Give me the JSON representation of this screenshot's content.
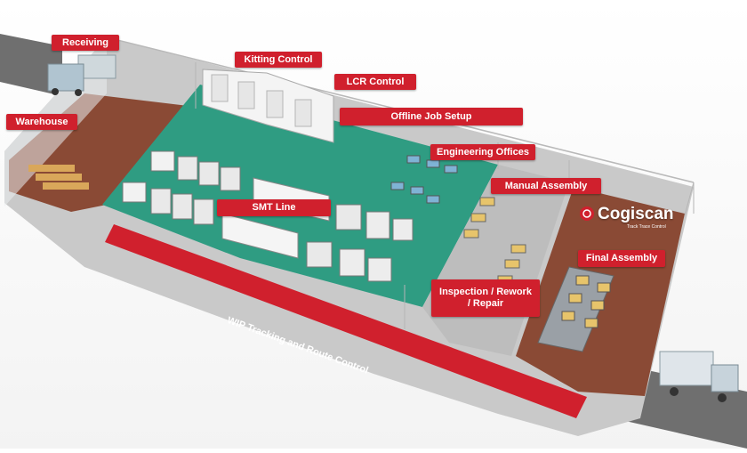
{
  "labels": {
    "receiving": "Receiving",
    "warehouse": "Warehouse",
    "kitting_control": "Kitting Control",
    "lcr_control": "LCR Control",
    "offline_job_setup": "Offline Job Setup",
    "engineering_offices": "Engineering Offices",
    "manual_assembly": "Manual Assembly",
    "smt_line": "SMT Line",
    "inspection_rework_repair": "Inspection / Rework / Repair",
    "final_assembly": "Final Assembly",
    "wip_tracking": "WIP Tracking and Route Control"
  },
  "logo": {
    "name": "Cogiscan",
    "tagline": "Track Trace Control"
  },
  "colors": {
    "label_red": "#d0202d",
    "smt_floor": "#2f9c82",
    "brown_floor": "#8a4a35",
    "road": "#6f6f6f"
  }
}
